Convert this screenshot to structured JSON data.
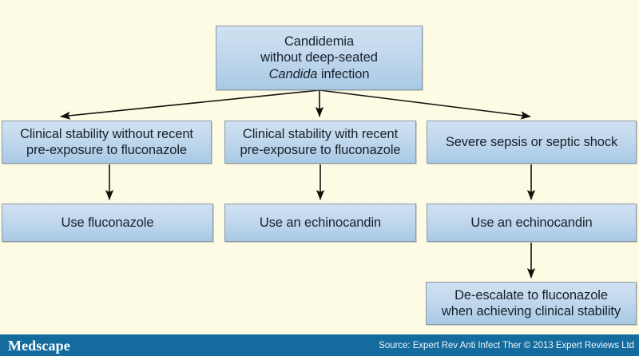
{
  "diagram": {
    "type": "flowchart",
    "background_color": "#fdfbe4",
    "node_fill_top": "#cfe1f2",
    "node_fill_bottom": "#a9c9e4",
    "node_border_color": "#8a9aa8",
    "text_color": "#17212b",
    "nodes": [
      {
        "id": "root",
        "label": "Candidemia\nwithout deep-seated\nCandida infection",
        "line1": "Candidemia",
        "line2": "without deep-seated",
        "line3_italic": "Candida",
        "line3_rest": " infection"
      },
      {
        "id": "stable-no",
        "label": "Clinical stability without recent\npre-exposure to fluconazole"
      },
      {
        "id": "stable-yes",
        "label": "Clinical stability with recent\npre-exposure to fluconazole"
      },
      {
        "id": "sepsis",
        "label": "Severe sepsis or septic shock"
      },
      {
        "id": "use-fluconazole",
        "label": "Use fluconazole"
      },
      {
        "id": "use-echinocandin-1",
        "label": "Use an echinocandin"
      },
      {
        "id": "use-echinocandin-2",
        "label": "Use an echinocandin"
      },
      {
        "id": "de-escalate",
        "label": "De-escalate to fluconazole\nwhen achieving clinical stability"
      }
    ],
    "edges": [
      {
        "from": "root",
        "to": "stable-no"
      },
      {
        "from": "root",
        "to": "stable-yes"
      },
      {
        "from": "root",
        "to": "sepsis"
      },
      {
        "from": "stable-no",
        "to": "use-fluconazole"
      },
      {
        "from": "stable-yes",
        "to": "use-echinocandin-1"
      },
      {
        "from": "sepsis",
        "to": "use-echinocandin-2"
      },
      {
        "from": "use-echinocandin-2",
        "to": "de-escalate"
      }
    ]
  },
  "footer": {
    "brand": "Medscape",
    "source": "Source: Expert Rev Anti Infect Ther © 2013 Expert Reviews Ltd",
    "bar_color": "#136b9e"
  }
}
